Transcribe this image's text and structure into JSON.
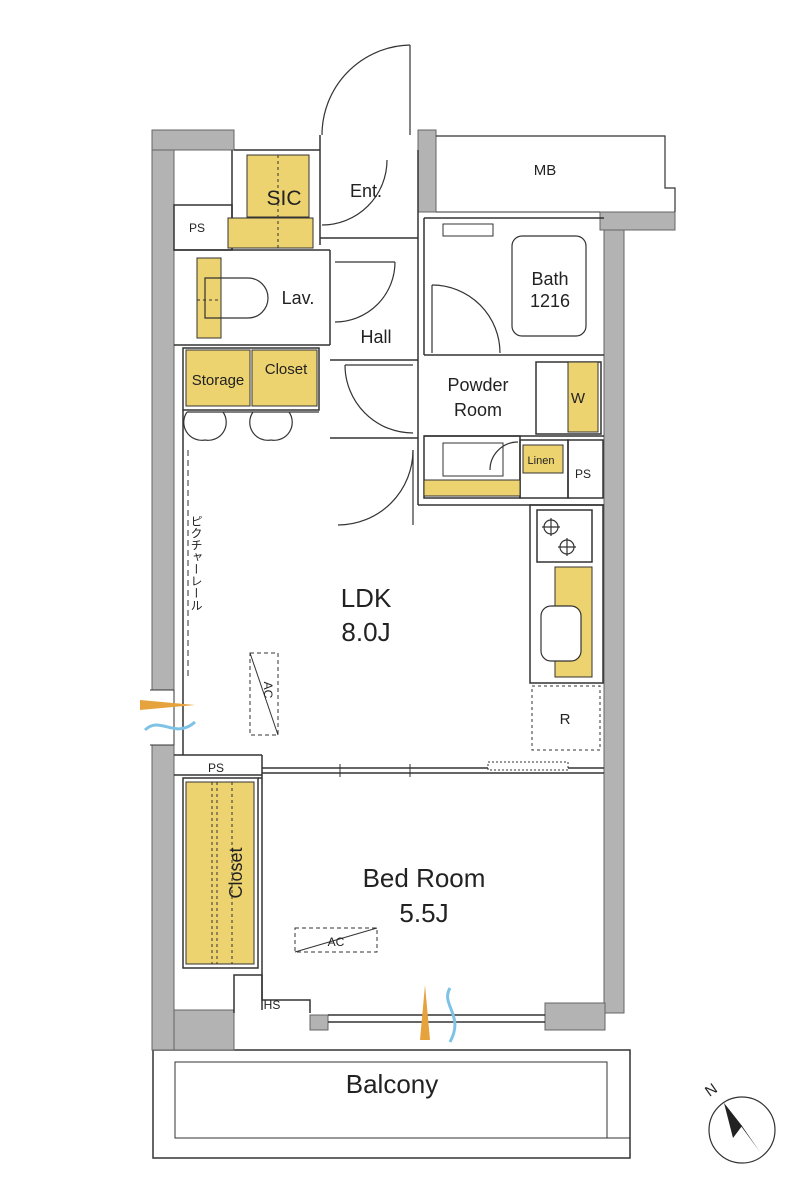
{
  "rooms": {
    "ldk": {
      "name": "LDK",
      "size": "8.0J"
    },
    "bedroom": {
      "name": "Bed Room",
      "size": "5.5J"
    },
    "balcony": {
      "name": "Balcony"
    },
    "mb": {
      "name": "MB"
    },
    "sic": {
      "name": "SIC"
    },
    "entrance": {
      "name": "Ent."
    },
    "hall": {
      "name": "Hall"
    },
    "lavatory": {
      "name": "Lav."
    },
    "bath": {
      "name": "Bath",
      "size": "1216"
    },
    "powder_room": {
      "line1": "Powder",
      "line2": "Room"
    },
    "storage": {
      "name": "Storage"
    },
    "closet_upper": {
      "name": "Closet"
    },
    "closet_bedroom": {
      "name": "Closet"
    }
  },
  "fixtures": {
    "ps_entry": "PS",
    "ps_linen": "PS",
    "ps_bedroom": "PS",
    "linen": "Linen",
    "washer": "W",
    "refrigerator": "R",
    "hs": "HS",
    "ac_ldk": "AC",
    "ac_bedroom": "AC",
    "picture_rail": "ピクチャーレール"
  },
  "compass": {
    "label": "N"
  },
  "colors": {
    "wall": "#b3b3b3",
    "storage_fill": "#ecd36f",
    "line": "#333333",
    "wind_orange": "#e6a23c",
    "wind_blue": "#7ec3e6"
  }
}
